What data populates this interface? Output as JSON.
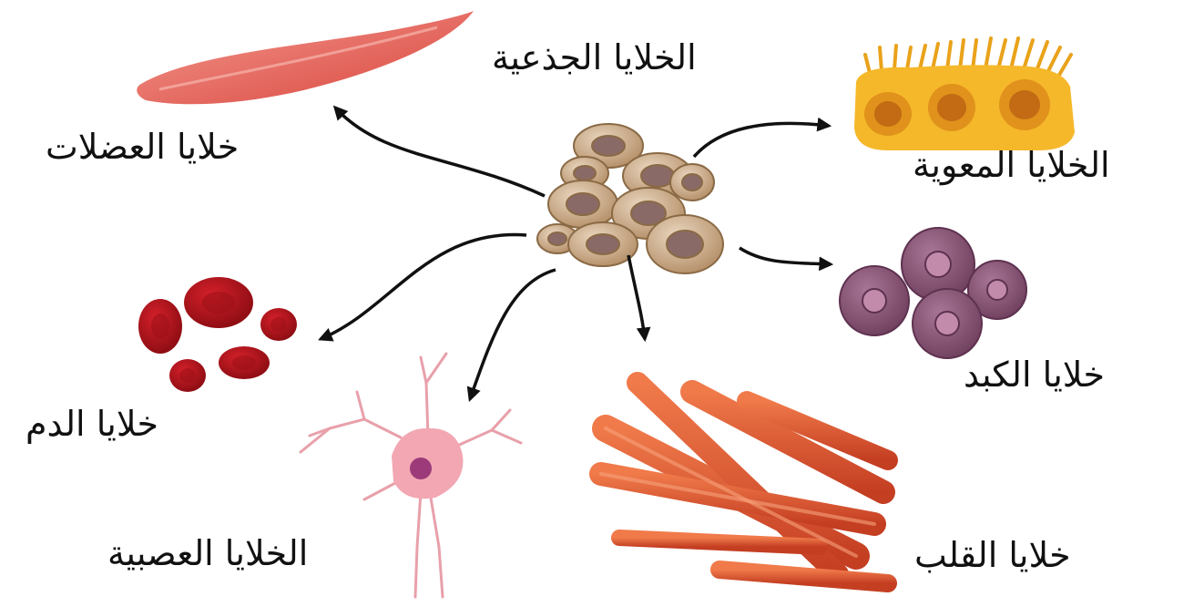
{
  "labels": {
    "stem": "الخلايا الجذعية",
    "muscle": "خلايا العضلات",
    "intestinal": "الخلايا المعوية",
    "liver": "خلايا الكبد",
    "blood": "خلايا الدم",
    "nerve": "الخلايا العصبية",
    "heart": "خلايا القلب"
  },
  "colors": {
    "stem_cell": "#c9a98a",
    "stem_nucleus": "#8a6a66",
    "muscle": "#e0574f",
    "intestinal": "#f2b423",
    "liver": "#8a5878",
    "blood": "#b8141c",
    "nerve": "#ee9aa6",
    "heart": "#e0552e",
    "arrow": "#111111"
  }
}
